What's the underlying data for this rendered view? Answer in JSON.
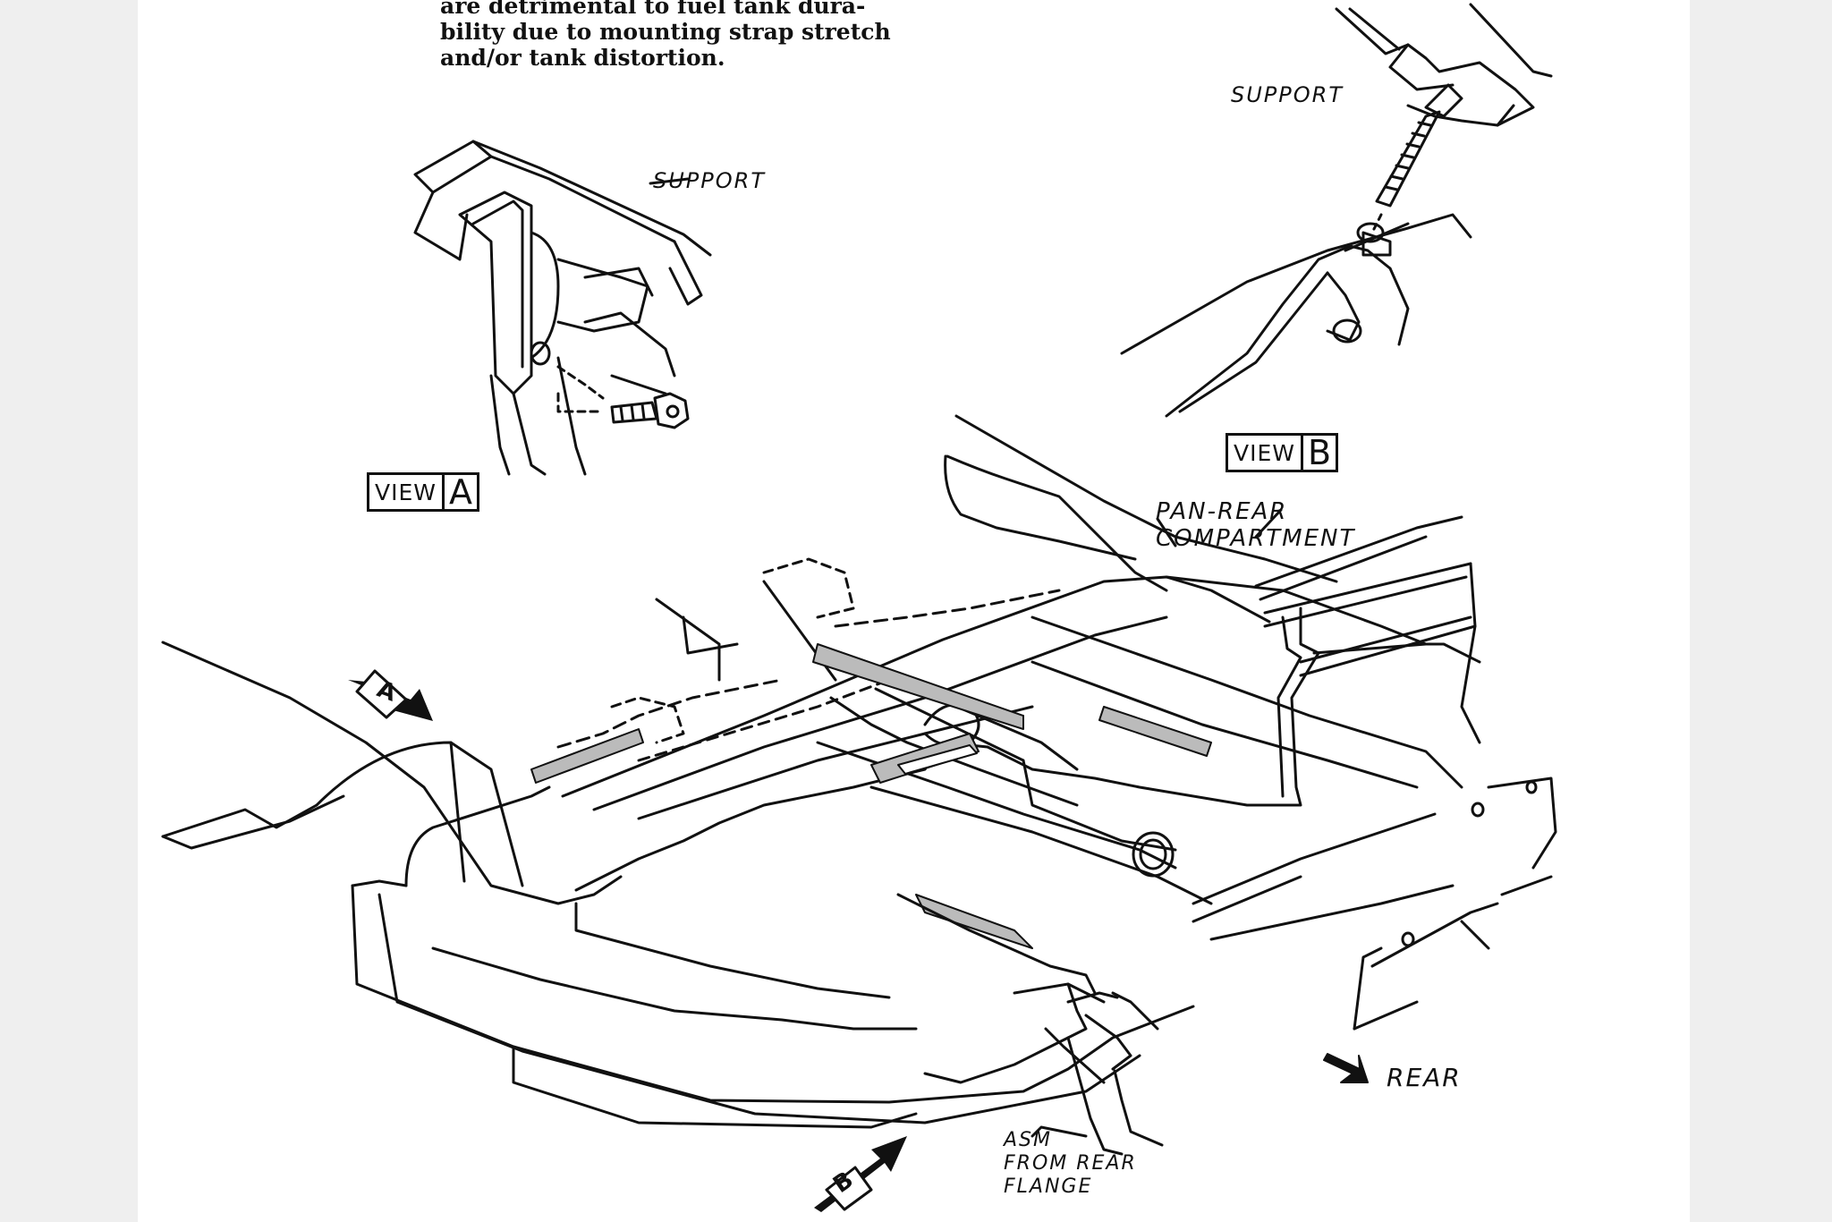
{
  "note": {
    "line1": "are detrimental to fuel tank dura-",
    "line2": "bility due to mounting strap stretch",
    "line3": "and/or tank distortion."
  },
  "labels": {
    "support_a": "SUPPORT",
    "support_b": "SUPPORT",
    "pan_line1": "PAN-REAR",
    "pan_line2": "COMPARTMENT",
    "rear": "REAR",
    "asm_line1": "ASM",
    "asm_line2": "FROM REAR",
    "asm_line3": "FLANGE"
  },
  "views": {
    "a": {
      "word": "VIEW",
      "letter": "A"
    },
    "b": {
      "word": "VIEW",
      "letter": "B"
    }
  },
  "arrows": {
    "a": "A",
    "b": "B"
  },
  "colors": {
    "ink": "#111111",
    "paper": "#ffffff",
    "viewer": "#efefef"
  }
}
